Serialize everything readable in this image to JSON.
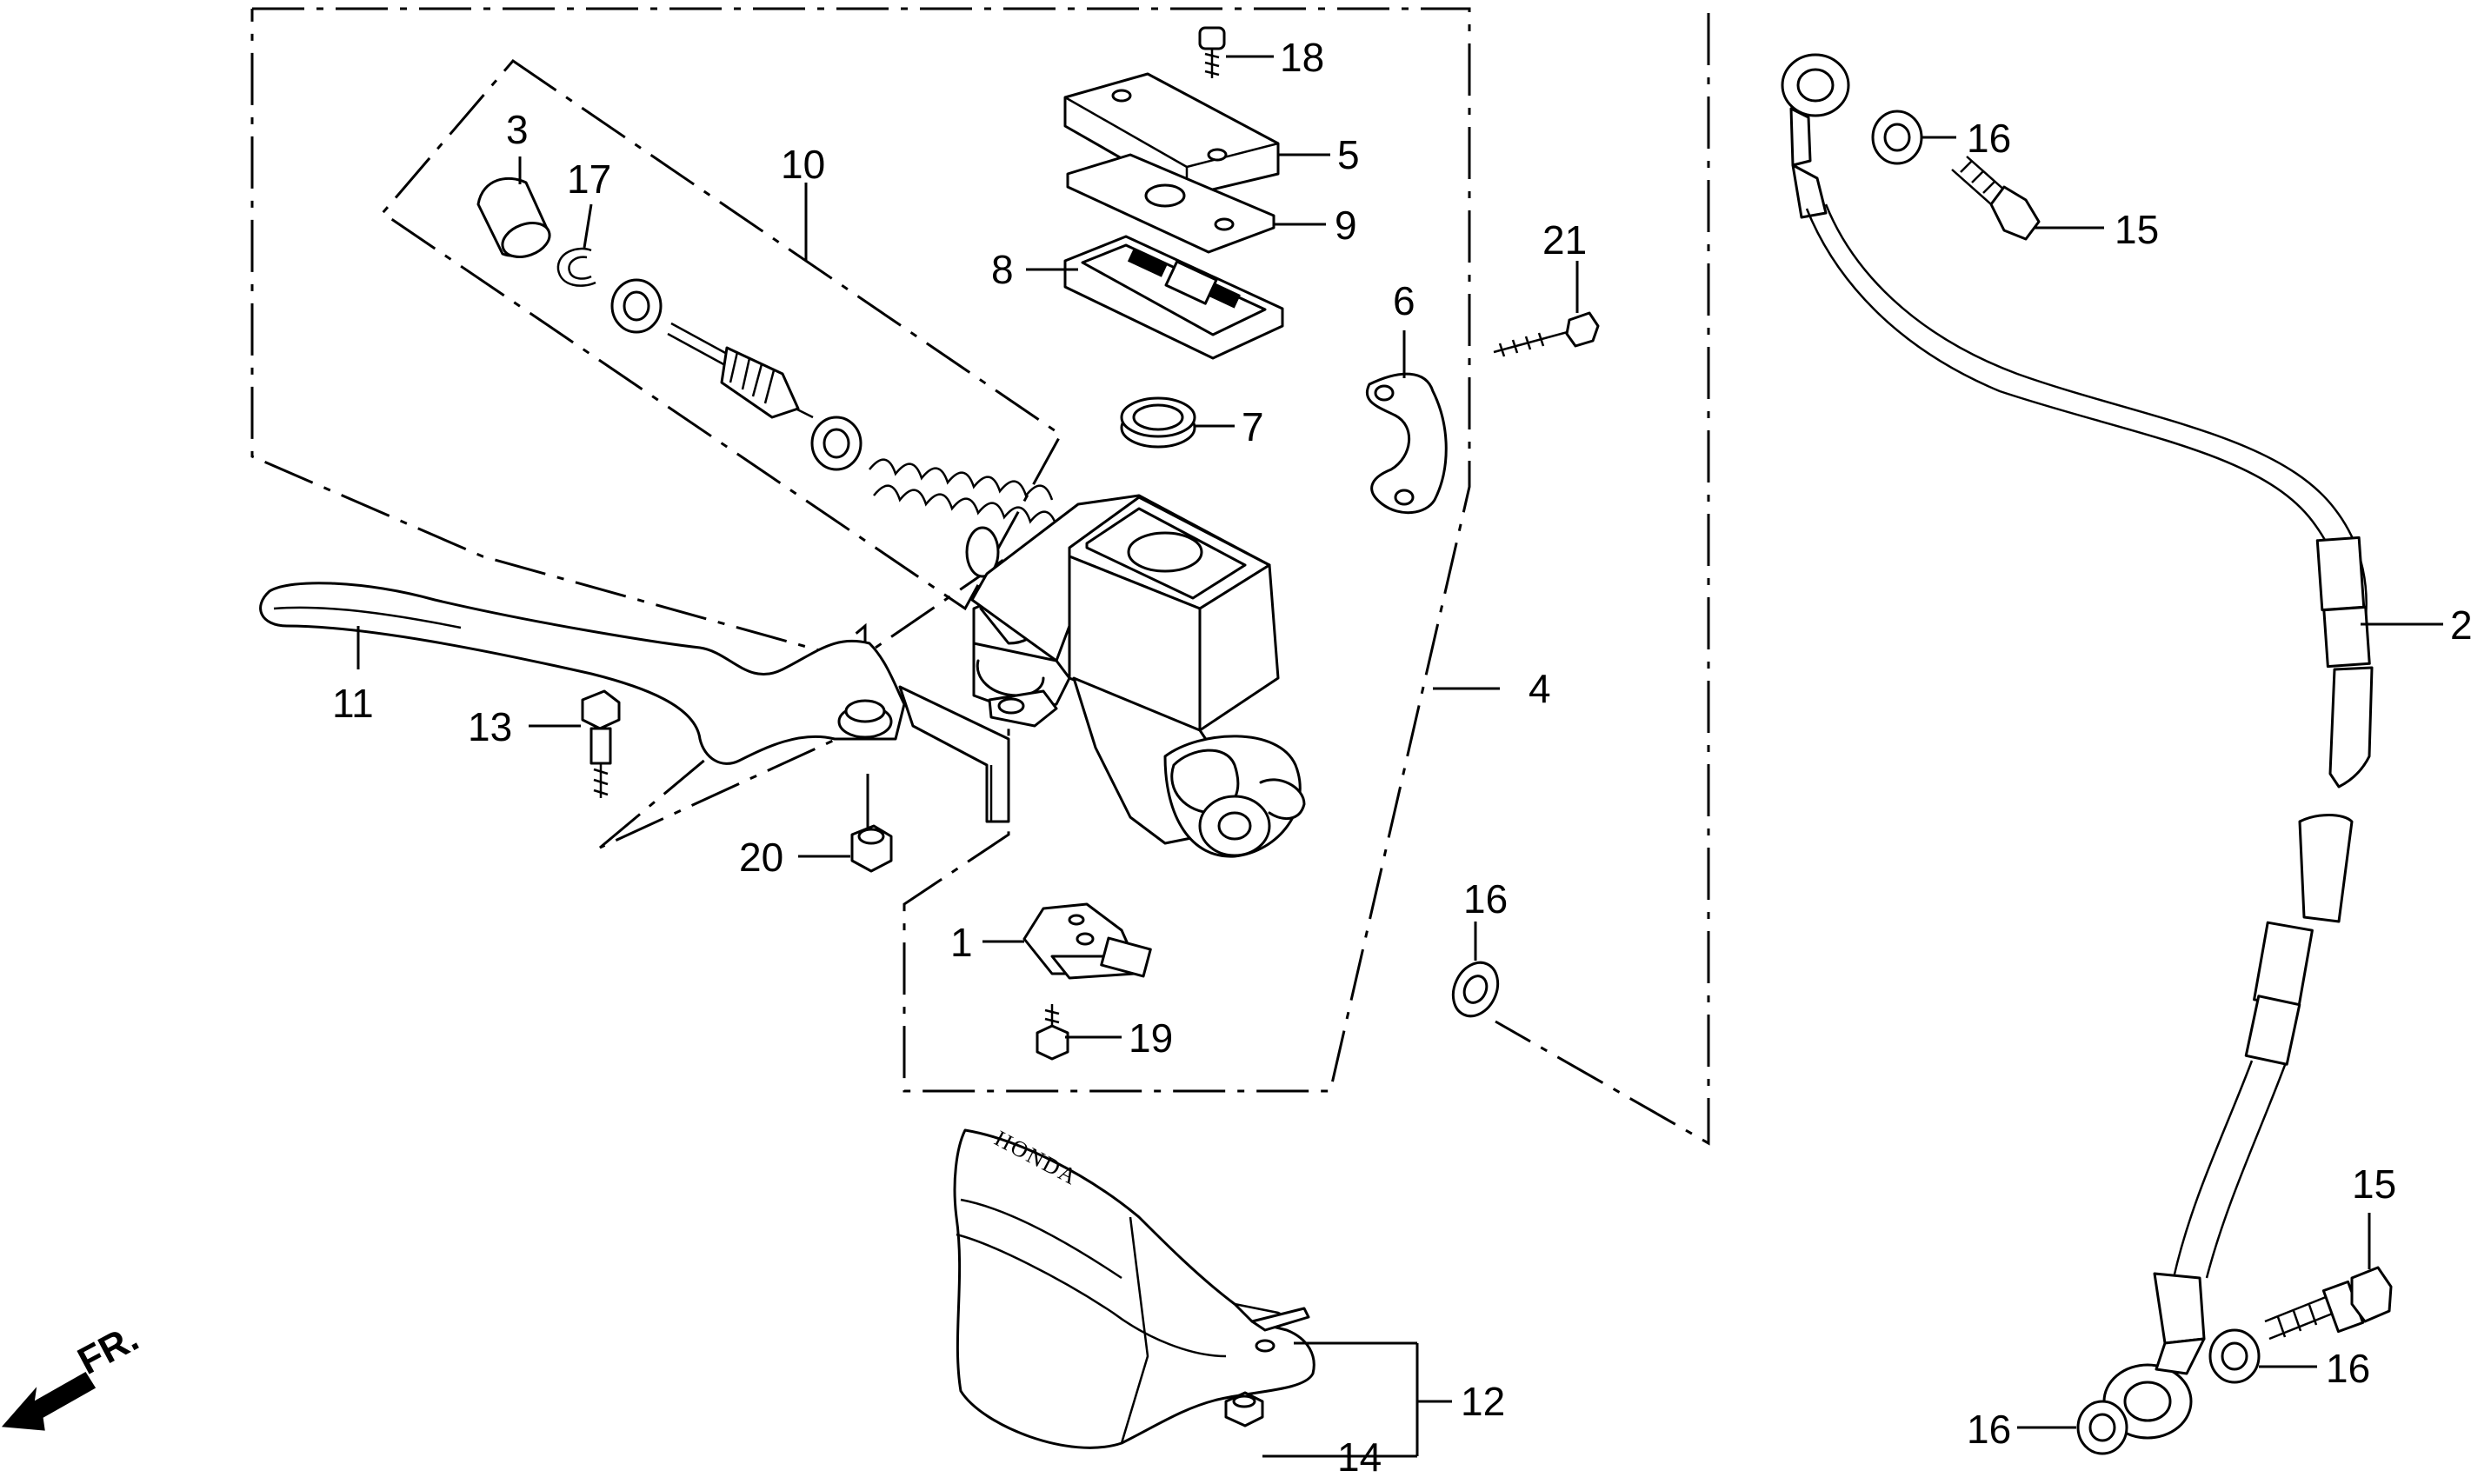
{
  "callouts": {
    "c1": "1",
    "c2": "2",
    "c3": "3",
    "c4": "4",
    "c5": "5",
    "c6": "6",
    "c7": "7",
    "c8": "8",
    "c9": "9",
    "c10": "10",
    "c11": "11",
    "c12": "12",
    "c13": "13",
    "c14": "14",
    "c15a": "15",
    "c15b": "15",
    "c16a": "16",
    "c16b": "16",
    "c16c": "16",
    "c16d": "16",
    "c17": "17",
    "c18": "18",
    "c19": "19",
    "c20": "20",
    "c21": "21"
  },
  "labels": {
    "brand": "HONDA",
    "direction": "FR."
  },
  "icons": {
    "direction": "front-direction-arrow-icon"
  },
  "colors": {
    "ink": "#000000",
    "paper": "#ffffff"
  }
}
